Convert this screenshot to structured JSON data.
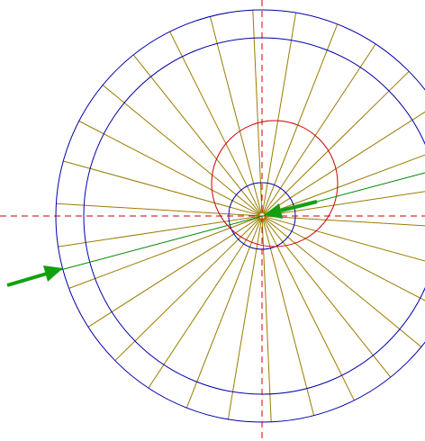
{
  "colors": {
    "background": "#ffffff",
    "centerline": "#cc0000",
    "rim_circles": "#0000aa",
    "spokes": "#9a7b00",
    "inner_circle": "#cc0000",
    "tangent_line": "#008800",
    "arrows": "#13a010"
  },
  "diagram": {
    "spoke_count": 30,
    "icons": [
      "arrow-icon-left",
      "arrow-icon-center"
    ]
  }
}
